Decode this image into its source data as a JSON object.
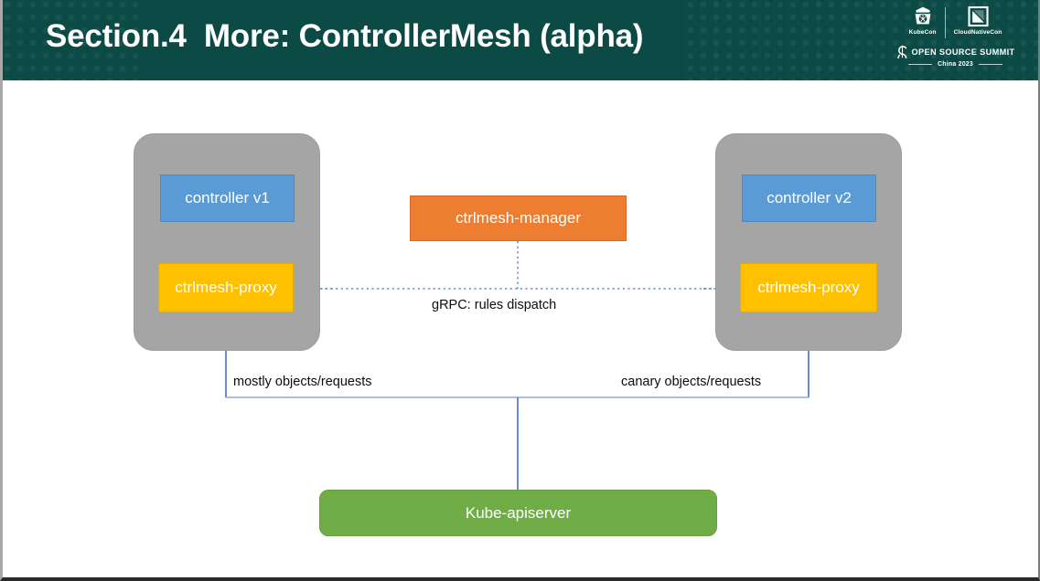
{
  "slide": {
    "title": "Section.4  More: ControllerMesh (alpha)",
    "header_color": "#0b4a45",
    "background_color": "#ffffff"
  },
  "logo": {
    "kubecon_label": "KubeCon",
    "cloudnativecon_label": "CloudNativeCon",
    "open_source_summit_label": "OPEN SOURCE SUMMIT",
    "year_label": "China 2023",
    "kubecon_icon": "kubernetes-helm-icon",
    "cloudnativecon_icon": "cncf-square-icon",
    "oss_icon": "open-source-summit-s-icon"
  },
  "diagram": {
    "nodes": {
      "group_left": {
        "label": "",
        "color": "#a5a5a5"
      },
      "group_right": {
        "label": "",
        "color": "#a5a5a5"
      },
      "controller_v1": {
        "label": "controller v1",
        "color": "#5b9bd5"
      },
      "controller_v2": {
        "label": "controller v2",
        "color": "#5b9bd5"
      },
      "proxy_left": {
        "label": "ctrlmesh-proxy",
        "color": "#ffc000"
      },
      "proxy_right": {
        "label": "ctrlmesh-proxy",
        "color": "#ffc000"
      },
      "manager": {
        "label": "ctrlmesh-manager",
        "color": "#ed7d31"
      },
      "apiserver": {
        "label": "Kube-apiserver",
        "color": "#70ad47"
      }
    },
    "edge_labels": {
      "grpc": "gRPC: rules dispatch",
      "mostly": "mostly objects/requests",
      "canary": "canary objects/requests"
    },
    "connector_color": "#4472c4"
  }
}
